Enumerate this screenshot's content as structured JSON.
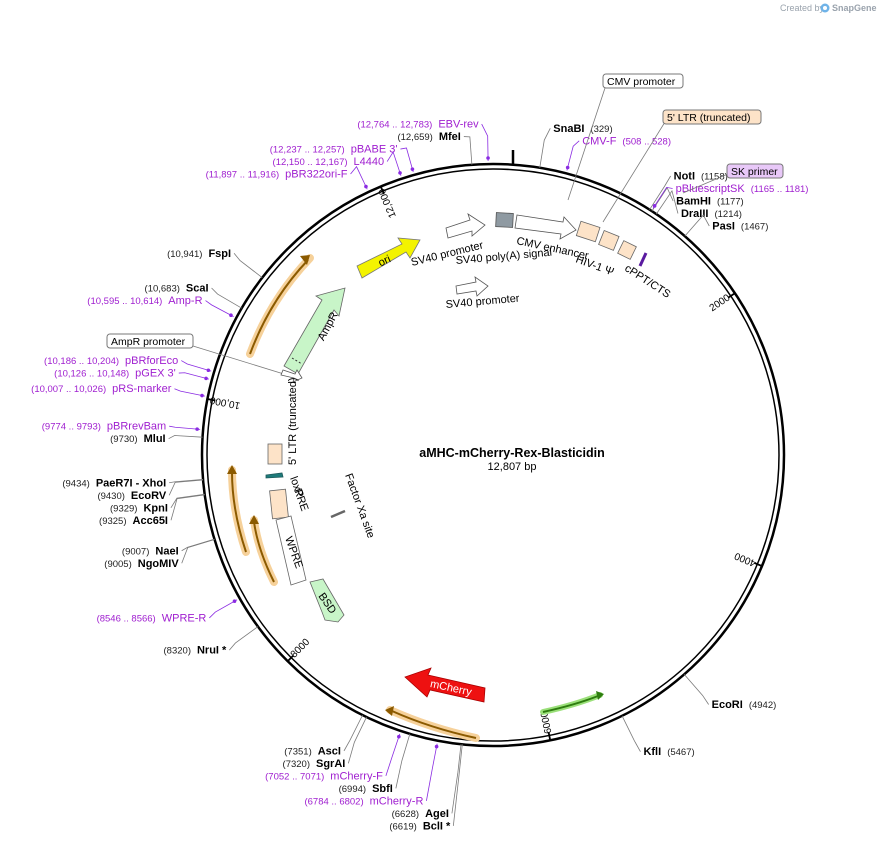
{
  "branding": {
    "created_by": "Created by",
    "brand_name": "SnapGene"
  },
  "plasmid": {
    "name": "aMHC-mCherry-Rex-Blasticidin",
    "size_label": "12,807 bp",
    "length": 12807
  },
  "colors": {
    "enzyme_text": "#000000",
    "coord_text": "#222222",
    "primer_text": "#a020d0",
    "primer_mark": "#8a2be2",
    "backbone": "#000000",
    "tick_line": "#7a7a7a"
  },
  "scale_ticks": [
    {
      "bp": 2000,
      "label": "2000"
    },
    {
      "bp": 4000,
      "label": "4000"
    },
    {
      "bp": 6000,
      "label": "6000"
    },
    {
      "bp": 8000,
      "label": "8000"
    },
    {
      "bp": 10000,
      "label": "10,000"
    },
    {
      "bp": 12000,
      "label": "12,000"
    }
  ],
  "enzymes": [
    {
      "name": "SnaBI",
      "coord": "(329)",
      "bp": 329
    },
    {
      "name": "NotI",
      "coord": "(1158)",
      "bp": 1158
    },
    {
      "name": "BamHI",
      "coord": "(1177)",
      "bp": 1177
    },
    {
      "name": "DraIII",
      "coord": "(1214)",
      "bp": 1214
    },
    {
      "name": "PasI",
      "coord": "(1467)",
      "bp": 1467
    },
    {
      "name": "EcoRI",
      "coord": "(4942)",
      "bp": 4942
    },
    {
      "name": "KflI",
      "coord": "(5467)",
      "bp": 5467
    },
    {
      "name": "BclI *",
      "coord": "(6619)",
      "bp": 6619
    },
    {
      "name": "AgeI",
      "coord": "(6628)",
      "bp": 6628
    },
    {
      "name": "SbfI",
      "coord": "(6994)",
      "bp": 6994
    },
    {
      "name": "SgrAI",
      "coord": "(7320)",
      "bp": 7320
    },
    {
      "name": "AscI",
      "coord": "(7351)",
      "bp": 7351
    },
    {
      "name": "NruI *",
      "coord": "(8320)",
      "bp": 8320
    },
    {
      "name": "NgoMIV",
      "coord": "(9005)",
      "bp": 9005
    },
    {
      "name": "NaeI",
      "coord": "(9007)",
      "bp": 9007
    },
    {
      "name": "Acc65I",
      "coord": "(9325)",
      "bp": 9325
    },
    {
      "name": "KpnI",
      "coord": "(9329)",
      "bp": 9329
    },
    {
      "name": "EcoRV",
      "coord": "(9430)",
      "bp": 9430
    },
    {
      "name": "PaeR7I - XhoI",
      "coord": "(9434)",
      "bp": 9434
    },
    {
      "name": "MluI",
      "coord": "(9730)",
      "bp": 9730
    },
    {
      "name": "ScaI",
      "coord": "(10,683)",
      "bp": 10683
    },
    {
      "name": "FspI",
      "coord": "(10,941)",
      "bp": 10941
    },
    {
      "name": "MfeI",
      "coord": "(12,659)",
      "bp": 12659
    }
  ],
  "primers": [
    {
      "name": "EBV-rev",
      "coord": "(12,764 .. 12,783)",
      "bp": 12773
    },
    {
      "name": "pBABE 3'",
      "coord": "(12,237 .. 12,257)",
      "bp": 12247
    },
    {
      "name": "L4440",
      "coord": "(12,150 .. 12,167)",
      "bp": 12158
    },
    {
      "name": "pBR322ori-F",
      "coord": "(11,897 .. 11,916)",
      "bp": 11906
    },
    {
      "name": "CMV-F",
      "coord": "(508 .. 528)",
      "bp": 518
    },
    {
      "name": "pBluescriptSK",
      "coord": "(1165 .. 1181)",
      "bp": 1173
    },
    {
      "name": "Amp-R",
      "coord": "(10,595 .. 10,614)",
      "bp": 10604
    },
    {
      "name": "pBRforEco",
      "coord": "(10,186 .. 10,204)",
      "bp": 10195
    },
    {
      "name": "pGEX 3'",
      "coord": "(10,126 .. 10,148)",
      "bp": 10137
    },
    {
      "name": "pRS-marker",
      "coord": "(10,007 .. 10,026)",
      "bp": 10016
    },
    {
      "name": "pBRrevBam",
      "coord": "(9774 .. 9793)",
      "bp": 9783
    },
    {
      "name": "WPRE-R",
      "coord": "(8546 .. 8566)",
      "bp": 8556
    },
    {
      "name": "mCherry-F",
      "coord": "(7052 .. 7071)",
      "bp": 7061
    },
    {
      "name": "mCherry-R",
      "coord": "(6784 .. 6802)",
      "bp": 6793
    }
  ],
  "feature_callouts": [
    {
      "name": "CMV promoter",
      "fill": "#ffffff",
      "text_color": "#000000",
      "bp": 250
    },
    {
      "name": "5' LTR (truncated)",
      "fill": "#fde3c8",
      "text_color": "#000000",
      "bp": 700
    },
    {
      "name": "SK primer",
      "fill": "#e8c8f8",
      "text_color": "#000000",
      "bp": 1165
    },
    {
      "name": "AmpR promoter",
      "fill": "#ffffff",
      "text_color": "#000000",
      "bp": 10300
    }
  ],
  "inner_labels": {
    "sv40_promoter_top": "SV40 promoter",
    "sv40_polya": "SV40 poly(A) signal",
    "sv40_promoter_bottom": "SV40 promoter",
    "cmv_enhancer": "CMV enhancer",
    "hiv_psi": "HIV-1 Ψ",
    "cppt": "cPPT/CTS",
    "ori": "ori",
    "ampr": "AmpR",
    "ltr_truncated": "5' LTR (truncated)",
    "loxp": "loxP",
    "rre": "RRE",
    "wpre": "WPRE",
    "bsd": "BSD",
    "factor_xa": "Factor Xa site",
    "mcherry": "mCherry"
  }
}
